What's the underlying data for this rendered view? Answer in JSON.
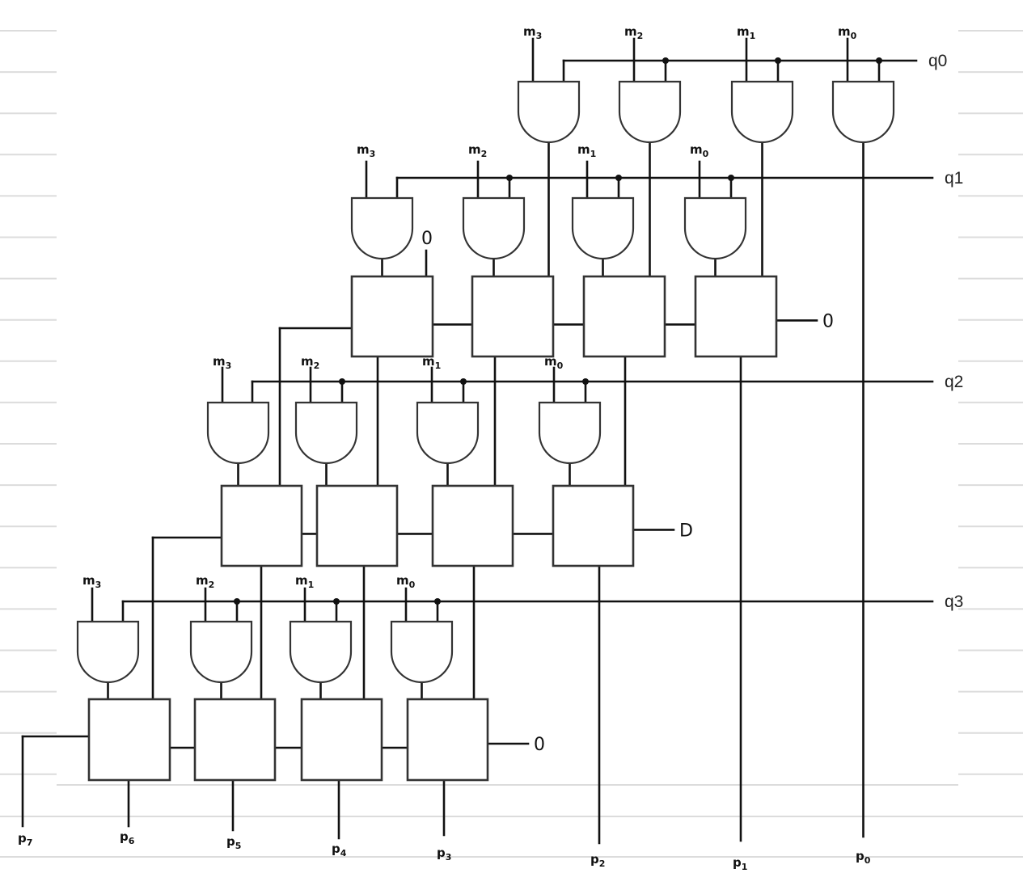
{
  "title": "4x4 array multiplier (hand-drawn schematic)",
  "multiplicand_bits": [
    "m3",
    "m2",
    "m1",
    "m0"
  ],
  "rows": [
    {
      "q_label": "q0",
      "gate_labels": [
        [
          "m",
          "3"
        ],
        [
          "m",
          "2"
        ],
        [
          "m",
          "1"
        ],
        [
          "m",
          "0"
        ]
      ],
      "has_adders": false
    },
    {
      "q_label": "q1",
      "gate_labels": [
        [
          "m",
          "3"
        ],
        [
          "m",
          "2"
        ],
        [
          "m",
          "1"
        ],
        [
          "m",
          "0"
        ]
      ],
      "has_adders": true,
      "top_constant": "0",
      "right_constant": "0"
    },
    {
      "q_label": "q2",
      "gate_labels": [
        [
          "m",
          "3"
        ],
        [
          "m",
          "2"
        ],
        [
          "m",
          "1"
        ],
        [
          "m",
          "0"
        ]
      ],
      "has_adders": true,
      "right_constant": "D"
    },
    {
      "q_label": "q3",
      "gate_labels": [
        [
          "m",
          "3"
        ],
        [
          "m",
          "2"
        ],
        [
          "m",
          "1"
        ],
        [
          "m",
          "0"
        ]
      ],
      "has_adders": true,
      "right_constant": "0"
    }
  ],
  "outputs": [
    {
      "base": "p",
      "sub": "7"
    },
    {
      "base": "p",
      "sub": "6"
    },
    {
      "base": "p",
      "sub": "5"
    },
    {
      "base": "p",
      "sub": "4"
    },
    {
      "base": "p",
      "sub": "3"
    },
    {
      "base": "p",
      "sub": "2"
    },
    {
      "base": "p",
      "sub": "1"
    },
    {
      "base": "p",
      "sub": "0"
    }
  ],
  "colors": {
    "ink": "#111111",
    "rule": "#dcdcdc",
    "paper": "#ffffff"
  }
}
